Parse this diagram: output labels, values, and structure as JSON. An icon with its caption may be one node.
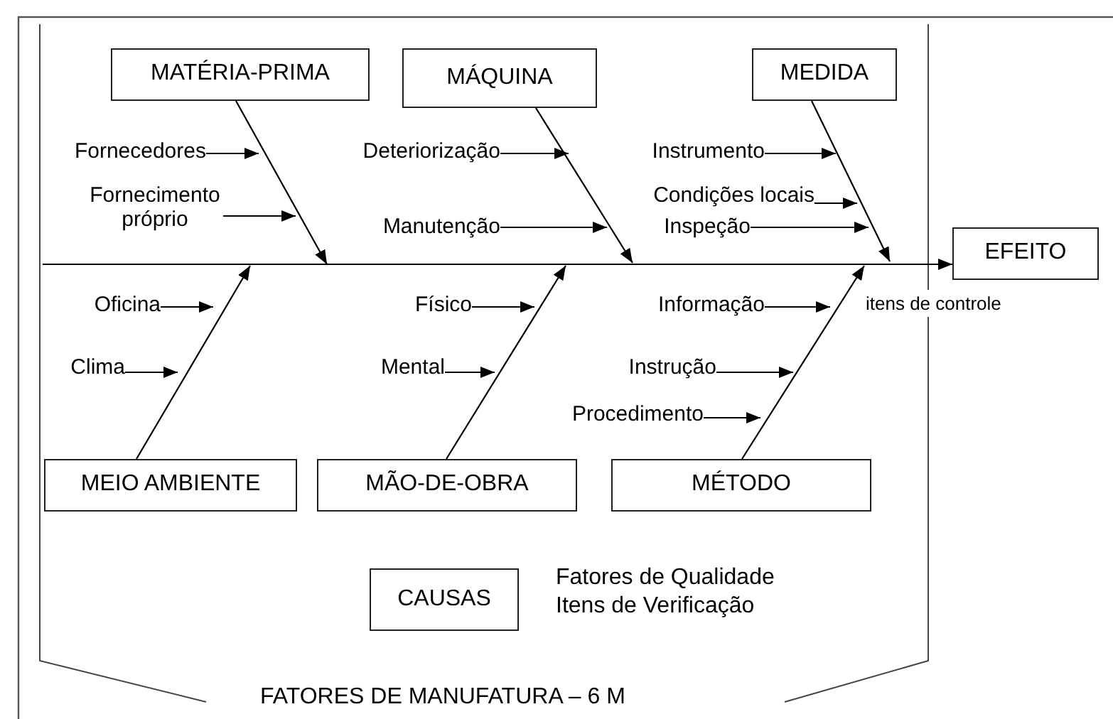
{
  "diagram": {
    "nodes": [
      {
        "text": [
          "MATÉRIA-PRIMA"
        ]
      },
      {
        "text": [
          "MÁQUINA"
        ]
      },
      {
        "text": [
          "MEDIDA"
        ]
      },
      {
        "text": [
          "EFEITO"
        ]
      },
      {
        "text": [
          "MEIO AMBIENTE"
        ]
      },
      {
        "text": [
          "MÃO-DE-OBRA"
        ]
      },
      {
        "text": [
          "MÉTODO"
        ]
      },
      {
        "text": [
          "CAUSAS"
        ],
        "beside": [
          "Fatores de Qualidade",
          "Itens de Verificação"
        ]
      },
      {
        "text": [
          "Fornecedores"
        ]
      },
      {
        "text": [
          "Fornecimento próprio"
        ]
      },
      {
        "text": [
          "Deteriorização"
        ]
      },
      {
        "text": [
          "Manutenção"
        ]
      },
      {
        "text": [
          "Instrumento"
        ]
      },
      {
        "text": [
          "Condições locais"
        ]
      },
      {
        "text": [
          "Inspeção"
        ]
      },
      {
        "text": [
          "Oficina"
        ]
      },
      {
        "text": [
          "Clima"
        ]
      },
      {
        "text": [
          "Físico"
        ]
      },
      {
        "text": [
          "Mental"
        ]
      },
      {
        "text": [
          "Informação"
        ]
      },
      {
        "text": [
          "Instrução"
        ]
      },
      {
        "text": [
          "Procedimento"
        ]
      }
    ],
    "edges": [
      {
        "from": null,
        "to": 3,
        "arrow": "to"
      },
      {
        "from": 0,
        "to": null,
        "arrow": "to"
      },
      {
        "from": 1,
        "to": null,
        "arrow": "to"
      },
      {
        "from": 2,
        "to": null,
        "arrow": "to"
      },
      {
        "from": 4,
        "to": null,
        "arrow": "to"
      },
      {
        "from": 5,
        "to": null,
        "arrow": "to"
      },
      {
        "from": 6,
        "to": null,
        "arrow": "to"
      },
      {
        "from": 8,
        "to": null,
        "arrow": "to"
      },
      {
        "from": 9,
        "to": null,
        "arrow": "to"
      },
      {
        "from": 10,
        "to": null,
        "arrow": "to"
      },
      {
        "from": 11,
        "to": null,
        "arrow": "to"
      },
      {
        "from": 12,
        "to": null,
        "arrow": "to"
      },
      {
        "from": 13,
        "to": null,
        "arrow": "to"
      },
      {
        "from": 14,
        "to": null,
        "arrow": "to"
      },
      {
        "from": 15,
        "to": null,
        "arrow": "to"
      },
      {
        "from": 16,
        "to": null,
        "arrow": "to"
      },
      {
        "from": 17,
        "to": null,
        "arrow": "to"
      },
      {
        "from": 18,
        "to": null,
        "arrow": "to"
      },
      {
        "from": 19,
        "to": null,
        "arrow": "to"
      },
      {
        "from": 20,
        "to": null,
        "arrow": "to"
      },
      {
        "from": 21,
        "to": null,
        "arrow": "to"
      }
    ],
    "labels": [
      "itens de controle",
      "FATORES DE MANUFATURA – 6 M"
    ]
  }
}
